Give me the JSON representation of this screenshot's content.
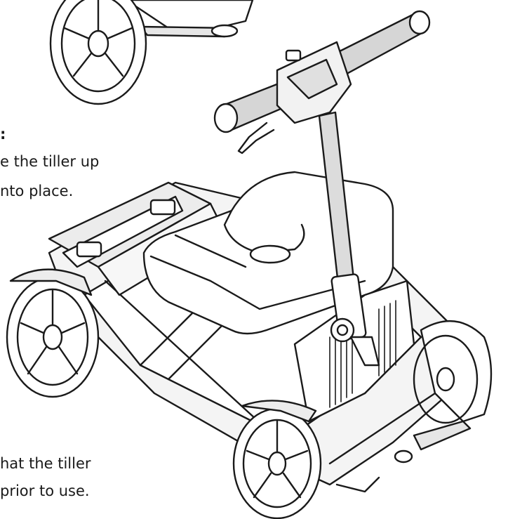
{
  "instructions": {
    "step_heading": ":",
    "step_text_line1": "e the tiller up",
    "step_text_line2": "nto place.",
    "note_line1": "hat the tiller",
    "note_line2": "prior to use."
  },
  "illustration": {
    "subject": "folding-mobility-scooter",
    "colors": {
      "line": "#1a1a1a",
      "fill": "#ffffff",
      "shade": "#e6e6e6",
      "tiller": "#dcdcdc"
    }
  }
}
